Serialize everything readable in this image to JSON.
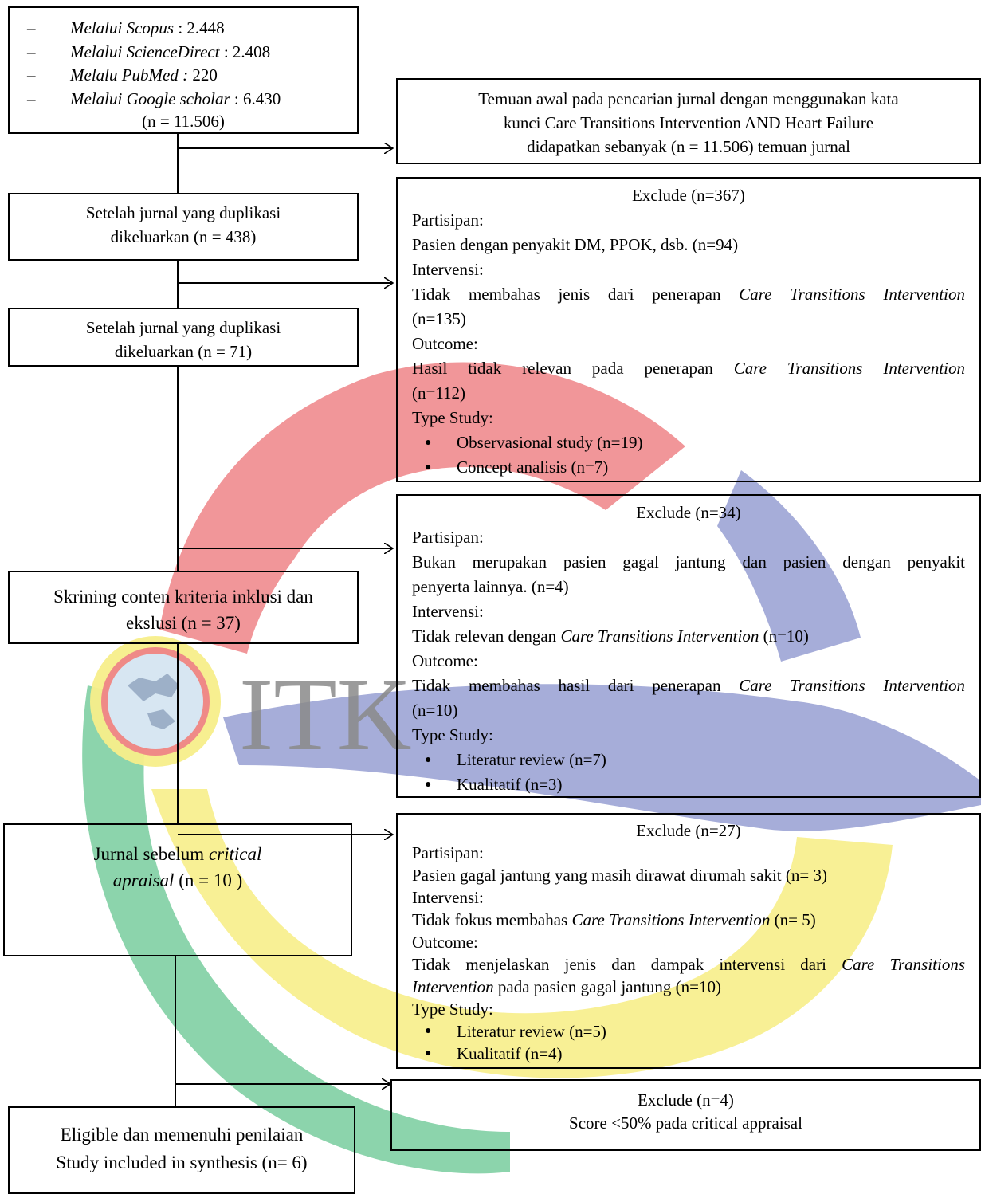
{
  "sources_box": {
    "items": [
      {
        "name": "Melalui Scopus",
        "sep": " : ",
        "value": "2.448"
      },
      {
        "name": "Melalui ScienceDirect",
        "sep": " : ",
        "value": "2.408"
      },
      {
        "name": "Melalu PubMed",
        "sep": " : ",
        "value": "220"
      },
      {
        "name": "Melalui Google scholar",
        "sep": " : ",
        "value": "6.430"
      }
    ],
    "total": "(n = 11.506)"
  },
  "initial_box": {
    "line1": "Temuan awal pada pencarian jurnal dengan menggunakan kata",
    "line2": "kunci Care Transitions Intervention AND Heart Failure",
    "line3": "didapatkan sebanyak  (n = 11.506) temuan jurnal"
  },
  "dedup_box": {
    "line1": "Setelah jurnal yang duplikasi",
    "line2": "dikeluarkan (n = 438)"
  },
  "dedup2_box": {
    "line1": "Setelah jurnal yang duplikasi",
    "line2": "dikeluarkan (n = 71)"
  },
  "screening_box": {
    "line1": "Skrining conten kriteria inklusi dan",
    "line2": "ekslusi (n = 37)"
  },
  "critical_box": {
    "pre": "Jurnal sebelum ",
    "italic1": "critical",
    "italic2": "apraisal",
    "post": " (n = 10 )"
  },
  "eligible_box": {
    "line1": "Eligible dan memenuhi penilaian",
    "line2": "Study included in synthesis (n= 6)"
  },
  "exclude1": {
    "title": "Exclude (n=367)",
    "participants_label": "Partisipan:",
    "participants_text": "Pasien dengan penyakit DM, PPOK, dsb. (n=94)",
    "intervention_label": "Intervensi:",
    "intervention_pre": "Tidak  membahas jenis dari penerapan ",
    "intervention_italic": "Care Transitions Intervention",
    "intervention_count": "(n=135)",
    "outcome_label": "Outcome:",
    "outcome_pre": " Hasil tidak relevan  pada  penerapan ",
    "outcome_italic": "Care Transitions Intervention",
    "outcome_count": "(n=112)",
    "type_label": "Type Study:",
    "types": [
      "Observasional study (n=19)",
      "Concept analisis (n=7)"
    ]
  },
  "exclude2": {
    "title": "Exclude (n=34)",
    "participants_label": "Partisipan:",
    "participants_line1": "Bukan merupakan pasien gagal jantung dan pasien dengan penyakit",
    "participants_line2": "penyerta lainnya. (n=4)",
    "intervention_label": "Intervensi:",
    "intervention_pre": "Tidak  relevan dengan ",
    "intervention_italic": "Care Transitions Intervention",
    "intervention_post": " (n=10)",
    "outcome_label": "Outcome:",
    "outcome_pre": " Tidak membahas hasil dari penerapan ",
    "outcome_italic": "Care Transitions Intervention",
    "outcome_count": "(n=10)",
    "type_label": "Type Study:",
    "types": [
      "Literatur review (n=7)",
      "Kualitatif (n=3)"
    ]
  },
  "exclude3": {
    "title": "Exclude (n=27)",
    "participants_label": "Partisipan:",
    "participants_text": "Pasien gagal jantung yang masih dirawat dirumah sakit  (n= 3)",
    "intervention_label": "Intervensi:",
    "intervention_pre": "Tidak fokus membahas ",
    "intervention_italic": "Care Transitions Intervention",
    "intervention_post": "  (n= 5)",
    "outcome_label": "Outcome:",
    "outcome_line1_pre": "Tidak menjelaskan jenis dan dampak intervensi dari ",
    "outcome_line1_italic": "Care Transitions",
    "outcome_line2_italic": "Intervention",
    "outcome_line2_post": " pada pasien gagal jantung  (n=10)",
    "type_label": "Type Study:",
    "types": [
      "Literatur review (n=5)",
      "Kualitatif (n=4)"
    ]
  },
  "exclude4": {
    "title": "Exclude (n=4)",
    "reason": "Score <50% pada critical appraisal"
  },
  "watermark": {
    "text": "ITK"
  },
  "colors": {
    "red": "#ee8487",
    "blue": "#969fd2",
    "yellow": "#f7ee8a",
    "green": "#7fcfa3",
    "line": "#000000"
  }
}
